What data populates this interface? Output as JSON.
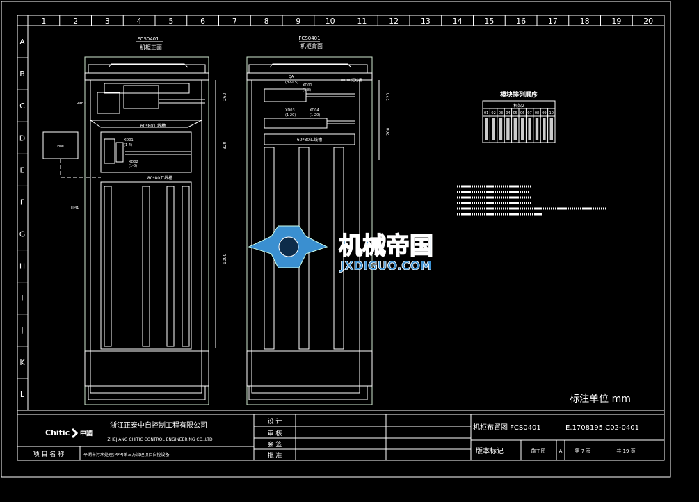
{
  "grid": {
    "columns": [
      "1",
      "2",
      "3",
      "4",
      "5",
      "6",
      "7",
      "8",
      "9",
      "10",
      "11",
      "12",
      "13",
      "14",
      "15",
      "16",
      "17",
      "18",
      "19",
      "20"
    ],
    "rows": [
      "A",
      "B",
      "C",
      "D",
      "E",
      "F",
      "G",
      "H",
      "I",
      "J",
      "K",
      "L"
    ]
  },
  "front": {
    "code": "FCS0401",
    "title": "机柜正面",
    "dims": [
      "260",
      "320",
      "1090"
    ],
    "labels": {
      "busbar1": "60*80汇线槽",
      "busbar2": "80*80汇线槽",
      "xd01": "XD01",
      "xd01r": "(1-4)",
      "xd02": "XD02",
      "xd02r": "(1-8)",
      "hmi": "HMI",
      "hm1": "HM1",
      "rxb": "RXB1"
    }
  },
  "rear": {
    "code": "FCS0401",
    "title": "机柜背面",
    "dims": [
      "220",
      "200"
    ],
    "labels": {
      "qa": "QA",
      "qar": "(B2-C5)",
      "xd01": "XD01",
      "xd01r": "(1-8)",
      "xd03": "XD03",
      "xd03r": "(1-20)",
      "xd04": "XD04",
      "xd04r": "(1-20)",
      "busbar": "60*80汇线槽",
      "busbar_top": "80*80汇线槽"
    }
  },
  "module_table": {
    "title": "模块排列顺序",
    "group": "机架2",
    "slots": [
      "01",
      "02",
      "03",
      "04",
      "05",
      "06",
      "07",
      "08",
      "09",
      "10"
    ]
  },
  "units_note": "标注单位  mm",
  "watermark": {
    "cn": "机械帝国",
    "en": "JXDIGUO.COM",
    "color": "#3a8fd0"
  },
  "title_block": {
    "brand": "Chitic",
    "brand2": "中國",
    "company_cn": "浙江正泰中自控制工程有限公司",
    "company_en": "ZHEJIANG CHITIC CONTROL ENGINEERING CO.,LTD",
    "project_label": "项 目 名 称",
    "project_name": "平湖市污水处理(PPP)第三方治理项目自控设备",
    "roles": [
      "设  计",
      "审  核",
      "会  签",
      "批  准"
    ],
    "drawing_title": "机柜布置图 FCS0401",
    "drawing_no": "E.1708195.C02-0401",
    "version_label": "版本标记",
    "stage": "施工图",
    "revision": "A",
    "page": "第 7 页",
    "total": "共 19 页"
  }
}
